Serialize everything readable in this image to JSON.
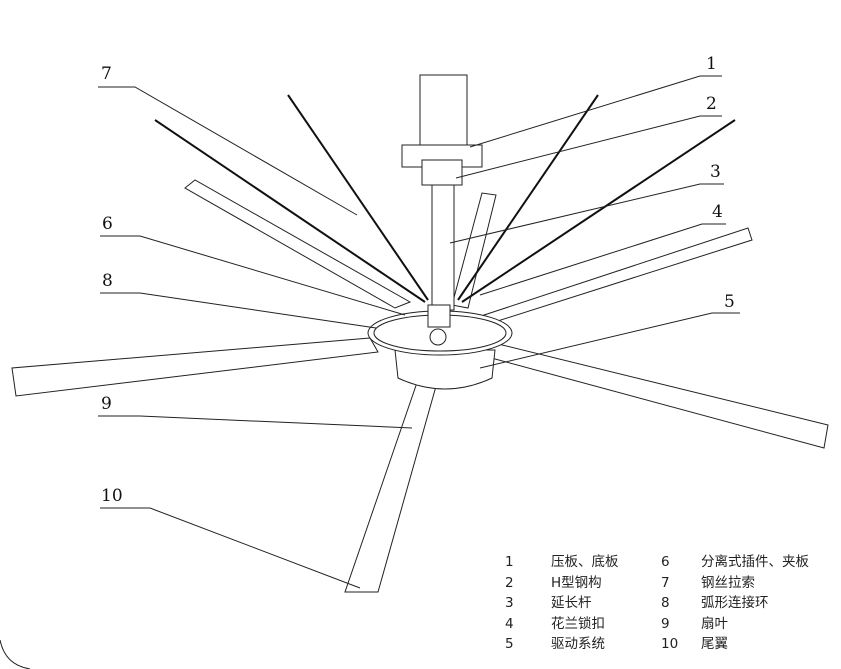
{
  "callouts": [
    "1",
    "2",
    "3",
    "4",
    "5",
    "6",
    "7",
    "8",
    "9",
    "10"
  ],
  "legend": [
    {
      "num": "1",
      "text": "压板、底板",
      "num2": "6",
      "text2": "分离式插件、夹板"
    },
    {
      "num": "2",
      "text": "H型钢构",
      "num2": "7",
      "text2": "钢丝拉索"
    },
    {
      "num": "3",
      "text": "延长杆",
      "num2": "8",
      "text2": "弧形连接环"
    },
    {
      "num": "4",
      "text": "花兰锁扣",
      "num2": "9",
      "text2": "扇叶"
    },
    {
      "num": "5",
      "text": "驱动系统",
      "num2": "10",
      "text2": "尾翼"
    }
  ]
}
